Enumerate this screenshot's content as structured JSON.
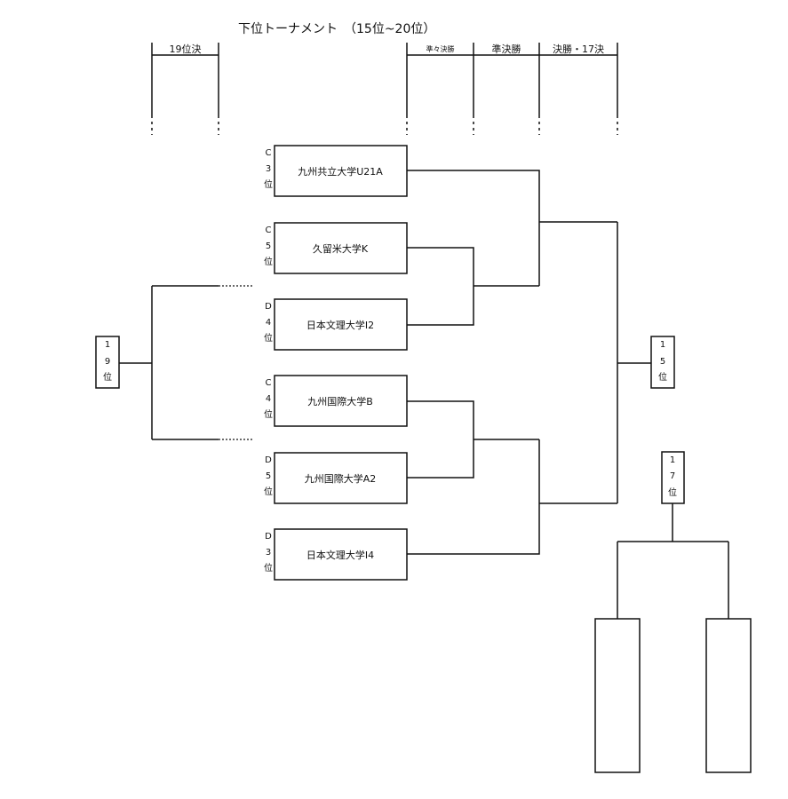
{
  "title": "下位トーナメント　（15位~20位）",
  "headers": {
    "r19": "19位決",
    "qf": "準々決勝",
    "sf": "準決勝",
    "final": "決勝・17決"
  },
  "teams": [
    {
      "name": "九州共立大学U21A",
      "seed": [
        "C",
        "3",
        "位"
      ]
    },
    {
      "name": "久留米大学K",
      "seed": [
        "C",
        "5",
        "位"
      ]
    },
    {
      "name": "日本文理大学I2",
      "seed": [
        "D",
        "4",
        "位"
      ]
    },
    {
      "name": "九州国際大学B",
      "seed": [
        "C",
        "4",
        "位"
      ]
    },
    {
      "name": "九州国際大学A2",
      "seed": [
        "D",
        "5",
        "位"
      ]
    },
    {
      "name": "日本文理大学I4",
      "seed": [
        "D",
        "3",
        "位"
      ]
    }
  ],
  "places": {
    "p19": [
      "1",
      "9",
      "位"
    ],
    "p15": [
      "1",
      "5",
      "位"
    ],
    "p17": [
      "1",
      "7",
      "位"
    ]
  }
}
